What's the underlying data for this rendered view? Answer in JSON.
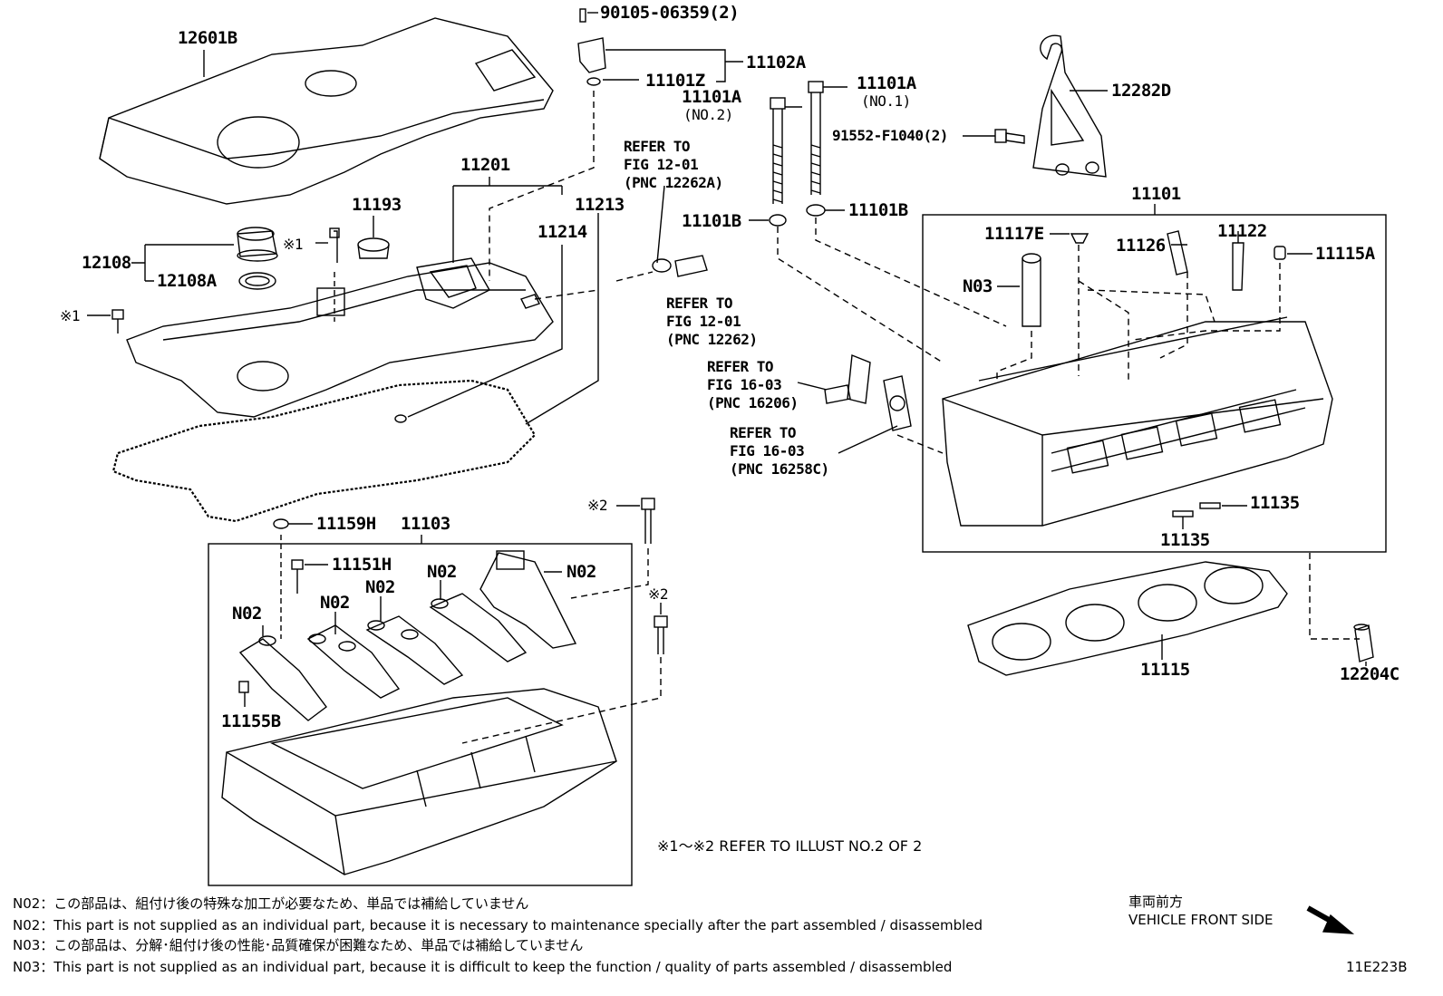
{
  "labels": {
    "p90105": "90105-06359(2)",
    "p11102A": "11102A",
    "p11101Z": "11101Z",
    "p12601B": "12601B",
    "p11101A_no1": "11101A",
    "p11101A_no1_sub": "(NO.1)",
    "p11101A_no2": "11101A",
    "p11101A_no2_sub": "(NO.2)",
    "p12282D": "12282D",
    "p91552": "91552-F1040(2)",
    "p11201": "11201",
    "p11193": "11193",
    "p11213": "11213",
    "p11214": "11214",
    "p12108": "12108",
    "p12108A": "12108A",
    "mark1a": "※1",
    "mark1b": "※1",
    "p11101B_l": "11101B",
    "p11101B_r": "11101B",
    "p11101": "11101",
    "p11117E": "11117E",
    "p11126": "11126",
    "p11122": "11122",
    "p11115A": "11115A",
    "pN03": "N03",
    "p11135a": "11135",
    "p11135b": "11135",
    "p11115": "11115",
    "p12204C": "12204C",
    "p11159H": "11159H",
    "p11103": "11103",
    "p11151H": "11151H",
    "pN02a": "N02",
    "pN02b": "N02",
    "pN02c": "N02",
    "pN02d": "N02",
    "pN02e": "N02",
    "p11155B": "11155B",
    "mark2a": "※2",
    "mark2b": "※2"
  },
  "refs": {
    "r1": [
      "REFER TO",
      "FIG 12-01",
      "(PNC 12262A)"
    ],
    "r2": [
      "REFER TO",
      "FIG 12-01",
      "(PNC 12262)"
    ],
    "r3": [
      "REFER TO",
      "FIG 16-03",
      "(PNC 16206)"
    ],
    "r4": [
      "REFER TO",
      "FIG 16-03",
      "(PNC 16258C)"
    ]
  },
  "illust_note": "※1～※2  REFER TO ILLUST NO.2 OF 2",
  "footnotes": [
    "N02：この部品は、組付け後の特殊な加工が必要なため、単品では補給していません",
    "N02：This part is not supplied as an individual part, because it is necessary to maintenance specially after the part assembled / disassembled",
    "N03：この部品は、分解･組付け後の性能･品質確保が困難なため、単品では補給していません",
    "N03：This part is not supplied as an individual part, because it is difficult to keep the function / quality of parts  assembled / disassembled"
  ],
  "front_side": {
    "jp": "車両前方",
    "en": "VEHICLE FRONT SIDE"
  },
  "figure_id": "11E223B"
}
